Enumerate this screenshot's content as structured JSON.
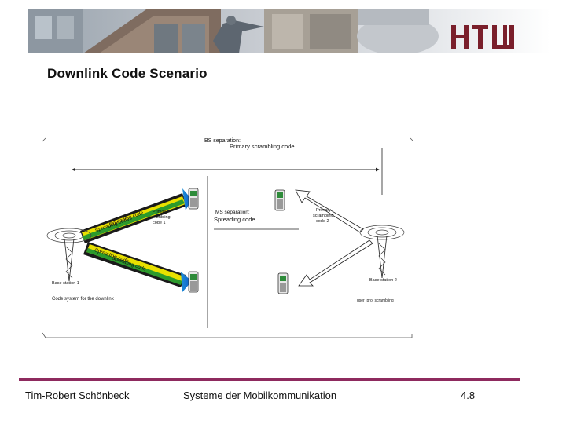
{
  "header": {
    "logo_text": "HTW"
  },
  "slide": {
    "title": "Downlink Code Scenario"
  },
  "diagram": {
    "bs_separation": "BS separation:",
    "primary_scrambling_code": "Primary scrambling code",
    "ms_separation": "MS separation:",
    "spreading_code": "Spreading code",
    "primary_scrambling_code_1": [
      "Primary",
      "scrambling",
      "code 1"
    ],
    "primary_scrambling_code_2": [
      "Primary",
      "scrambling",
      "code 2"
    ],
    "base_station_1": "Base station 1",
    "base_station_2": "Base station 2",
    "code_system_downlink": "Code system for the downlink",
    "user_scrambling_code_caption": "user_pro_scrambling",
    "band_text": "Spreading code"
  },
  "footer": {
    "author": "Tim-Robert Schönbeck",
    "course": "Systeme der Mobilkommunikation",
    "page": "4.8"
  }
}
